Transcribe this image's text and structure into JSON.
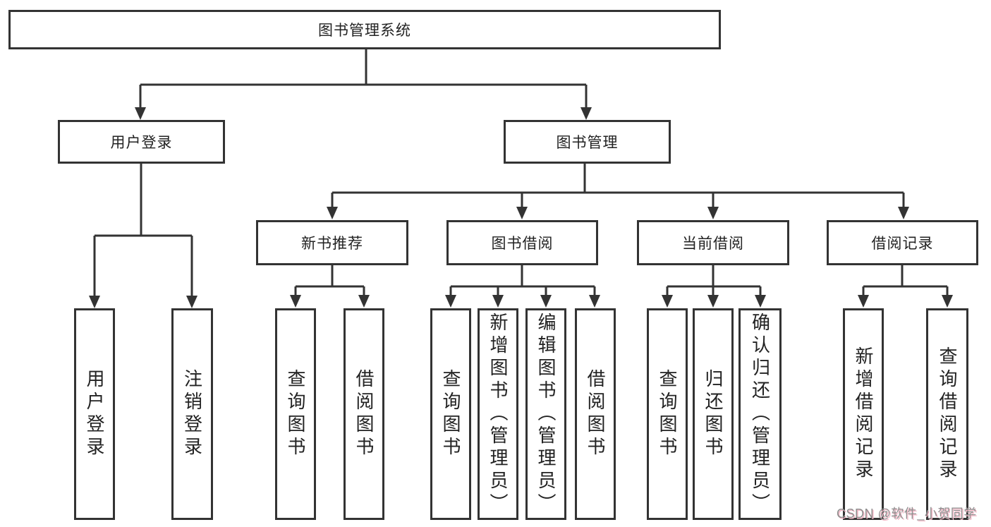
{
  "nodes": {
    "root": "图书管理系统",
    "user_login_branch": "用户登录",
    "book_management": "图书管理",
    "new_book_recommend": "新书推荐",
    "book_borrow": "图书借阅",
    "current_borrow": "当前借阅",
    "borrow_records": "借阅记录",
    "leaf_user_login": "用户登录",
    "leaf_logout": "注销登录",
    "leaf_newrec_query": "查询图书",
    "leaf_newrec_borrow": "借阅图书",
    "leaf_borrow_query": "查询图书",
    "leaf_borrow_add_admin": "新增图书（管理员）",
    "leaf_borrow_edit_admin": "编辑图书（管理员）",
    "leaf_borrow_borrow": "借阅图书",
    "leaf_current_query": "查询图书",
    "leaf_current_return": "归还图书",
    "leaf_current_confirm_admin": "确认归还（管理员）",
    "leaf_records_add": "新增借阅记录",
    "leaf_records_query": "查询借阅记录"
  },
  "watermark": {
    "text": "CSDN @软件_小贺同学"
  },
  "colors": {
    "line": "#333333",
    "text": "#222222",
    "background": "#ffffff",
    "watermark_text": "#8f8f8f",
    "watermark_shadow": "#f3b7c6"
  }
}
